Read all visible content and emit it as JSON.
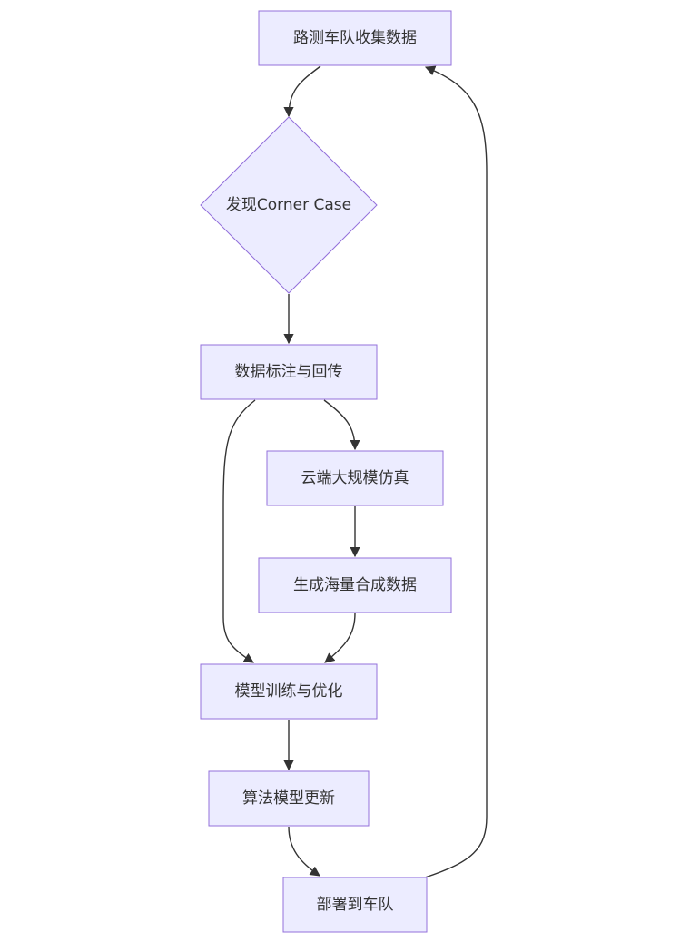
{
  "diagram": {
    "type": "flowchart",
    "colors": {
      "node_fill": "#ECECFF",
      "node_stroke": "#9370DB",
      "edge": "#333333",
      "text": "#333333"
    },
    "nodes": [
      {
        "id": "collect",
        "shape": "rect",
        "label": "路测车队收集数据"
      },
      {
        "id": "corner",
        "shape": "diamond",
        "label": "发现Corner Case"
      },
      {
        "id": "label",
        "shape": "rect",
        "label": "数据标注与回传"
      },
      {
        "id": "sim",
        "shape": "rect",
        "label": "云端大规模仿真"
      },
      {
        "id": "synth",
        "shape": "rect",
        "label": "生成海量合成数据"
      },
      {
        "id": "train",
        "shape": "rect",
        "label": "模型训练与优化"
      },
      {
        "id": "update",
        "shape": "rect",
        "label": "算法模型更新"
      },
      {
        "id": "deploy",
        "shape": "rect",
        "label": "部署到车队"
      }
    ],
    "edges": [
      {
        "from": "collect",
        "to": "corner"
      },
      {
        "from": "corner",
        "to": "label"
      },
      {
        "from": "label",
        "to": "sim"
      },
      {
        "from": "label",
        "to": "train"
      },
      {
        "from": "sim",
        "to": "synth"
      },
      {
        "from": "synth",
        "to": "train"
      },
      {
        "from": "train",
        "to": "update"
      },
      {
        "from": "update",
        "to": "deploy"
      },
      {
        "from": "deploy",
        "to": "collect"
      }
    ]
  }
}
